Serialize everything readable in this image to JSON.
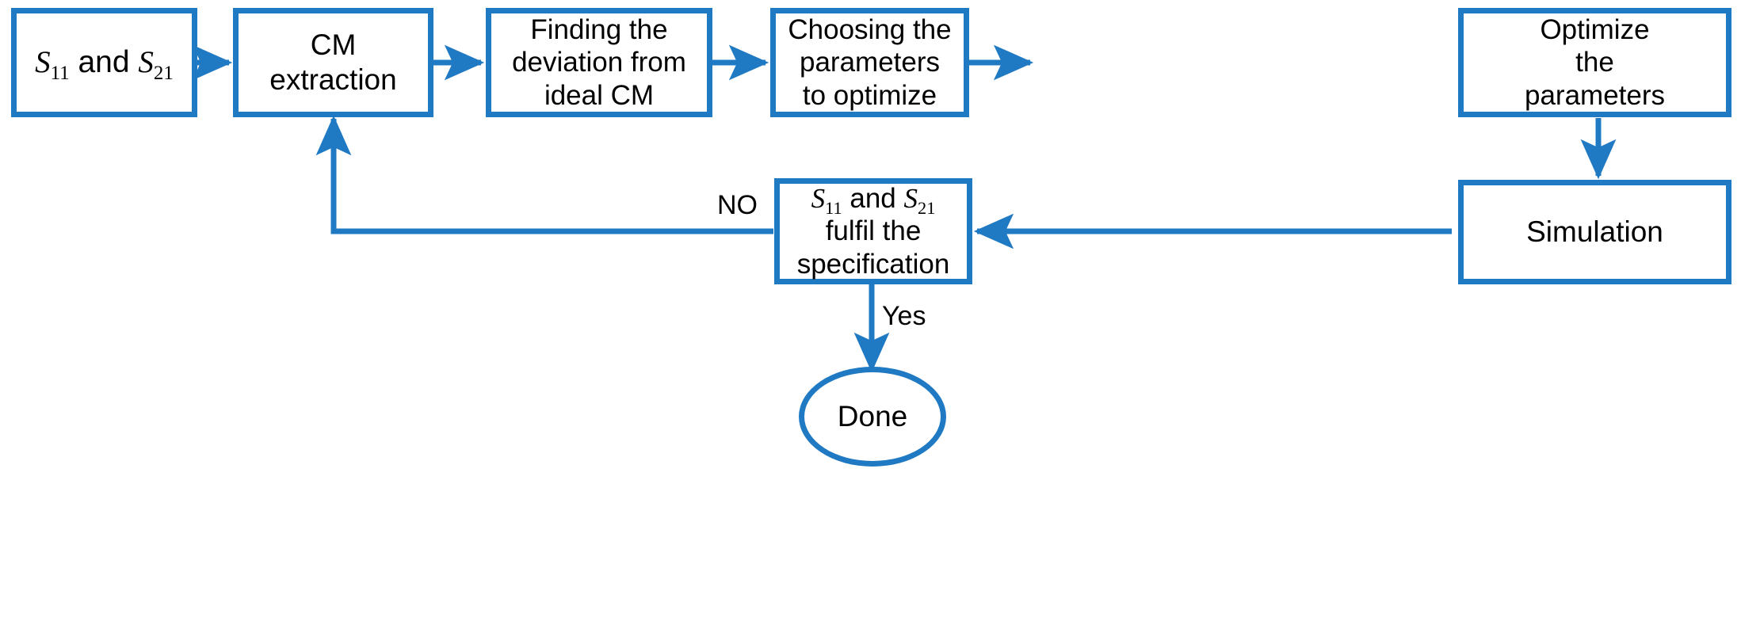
{
  "diagram": {
    "title": "Coupling-matrix based filter design and optimization flowchart",
    "accent_color": "#1f79c3",
    "text_color": "#000000",
    "background_color": "#ffffff",
    "nodes": [
      {
        "id": "s-parameters-input",
        "shape": "rectangle",
        "lines": [
          {
            "type": "math",
            "parts": [
              {
                "kind": "var",
                "text": "S"
              },
              {
                "kind": "sub",
                "text": "11"
              },
              {
                "kind": "plain",
                "text": " and "
              },
              {
                "kind": "var",
                "text": "S"
              },
              {
                "kind": "sub",
                "text": "21"
              }
            ]
          }
        ],
        "plain_text": "S11 and S21"
      },
      {
        "id": "cm-extraction",
        "shape": "rectangle",
        "lines": [
          {
            "type": "text",
            "text": "CM extraction"
          }
        ],
        "plain_text": "CM extraction"
      },
      {
        "id": "find-deviation",
        "shape": "rectangle",
        "lines": [
          {
            "type": "text",
            "text": "Finding the"
          },
          {
            "type": "text",
            "text": "deviation from"
          },
          {
            "type": "text",
            "text": "ideal CM"
          }
        ],
        "plain_text": "Finding the deviation from ideal CM"
      },
      {
        "id": "choose-parameters",
        "shape": "rectangle",
        "lines": [
          {
            "type": "text",
            "text": "Choosing the"
          },
          {
            "type": "text",
            "text": "parameters"
          },
          {
            "type": "text",
            "text": "to optimize"
          }
        ],
        "plain_text": "Choosing the parameters to optimize"
      },
      {
        "id": "optimize-parameters",
        "shape": "rectangle",
        "lines": [
          {
            "type": "text",
            "text": "Optimize"
          },
          {
            "type": "text",
            "text": "the"
          },
          {
            "type": "text",
            "text": "parameters"
          }
        ],
        "plain_text": "Optimize the parameters"
      },
      {
        "id": "simulation",
        "shape": "rectangle",
        "lines": [
          {
            "type": "text",
            "text": "Simulation"
          }
        ],
        "plain_text": "Simulation"
      },
      {
        "id": "specification-check",
        "shape": "rectangle",
        "lines": [
          {
            "type": "math",
            "parts": [
              {
                "kind": "var",
                "text": "S"
              },
              {
                "kind": "sub",
                "text": "11"
              },
              {
                "kind": "plain",
                "text": " and "
              },
              {
                "kind": "var",
                "text": "S"
              },
              {
                "kind": "sub",
                "text": "21"
              }
            ]
          },
          {
            "type": "text",
            "text": "fulfil the"
          },
          {
            "type": "text",
            "text": "specification"
          }
        ],
        "plain_text": "S11 and S21 fulfil the specification"
      },
      {
        "id": "done",
        "shape": "ellipse",
        "lines": [
          {
            "type": "text",
            "text": "Done"
          }
        ],
        "plain_text": "Done"
      }
    ],
    "edge_labels": [
      {
        "id": "no-label",
        "text": "NO"
      },
      {
        "id": "yes-label",
        "text": "Yes"
      }
    ],
    "edges": [
      {
        "from": "s-parameters-input",
        "to": "cm-extraction",
        "label": ""
      },
      {
        "from": "cm-extraction",
        "to": "find-deviation",
        "label": ""
      },
      {
        "from": "find-deviation",
        "to": "choose-parameters",
        "label": ""
      },
      {
        "from": "choose-parameters",
        "to": "optimize-parameters",
        "label": ""
      },
      {
        "from": "optimize-parameters",
        "to": "simulation",
        "label": ""
      },
      {
        "from": "simulation",
        "to": "specification-check",
        "label": ""
      },
      {
        "from": "specification-check",
        "to": "cm-extraction",
        "label": "NO"
      },
      {
        "from": "specification-check",
        "to": "done",
        "label": "Yes"
      }
    ]
  }
}
